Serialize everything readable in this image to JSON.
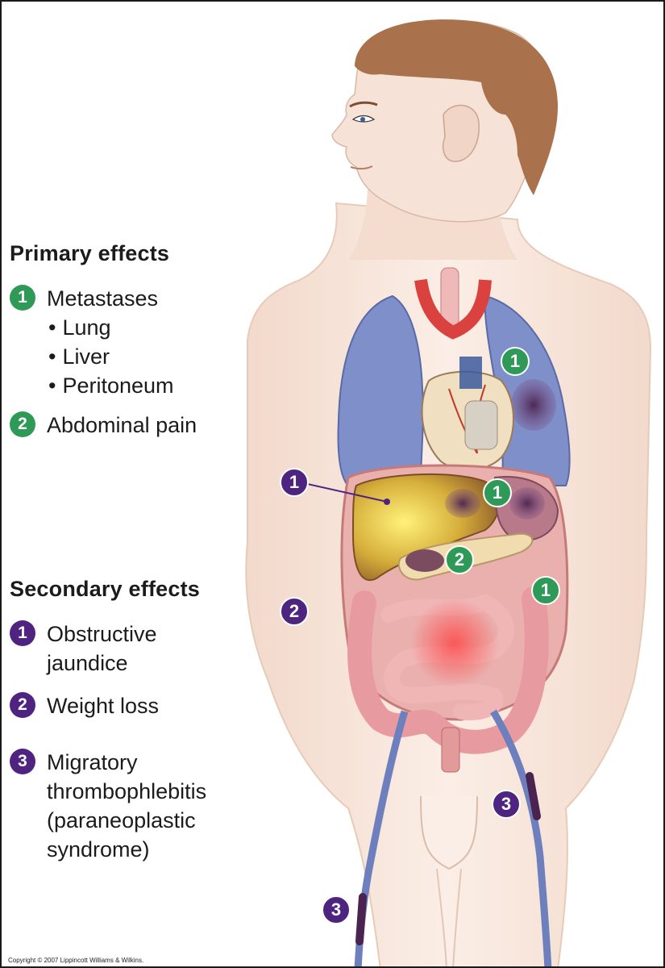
{
  "primary": {
    "heading": "Primary effects",
    "items": [
      {
        "number": "1",
        "text": "Metastases",
        "bullets": [
          "Lung",
          "Liver",
          "Peritoneum"
        ]
      },
      {
        "number": "2",
        "text": "Abdominal pain"
      }
    ]
  },
  "secondary": {
    "heading": "Secondary effects",
    "items": [
      {
        "number": "1",
        "lines": [
          "Obstructive",
          "jaundice"
        ]
      },
      {
        "number": "2",
        "lines": [
          "Weight loss"
        ]
      },
      {
        "number": "3",
        "lines": [
          "Migratory",
          "thrombophlebitis",
          "(paraneoplastic",
          "syndrome)"
        ]
      }
    ]
  },
  "markers": {
    "lung_primary": "1",
    "stomach_primary": "1",
    "pancreas_primary": "2",
    "colon_primary": "1",
    "liver_secondary": "1",
    "weight_secondary": "2",
    "vein_right_secondary": "3",
    "vein_left_secondary": "3"
  },
  "copyright": "Copyright © 2007 Lippincott Williams & Wilkins.",
  "colors": {
    "primary_badge": "#2f9a57",
    "secondary_badge": "#4e2480",
    "skin": "#f7e3d7",
    "hair": "#a9714c",
    "lung": "#7e8fc9",
    "liver": "#d9b640",
    "intestine": "#e79ba0",
    "vein": "#6e7fbd"
  }
}
